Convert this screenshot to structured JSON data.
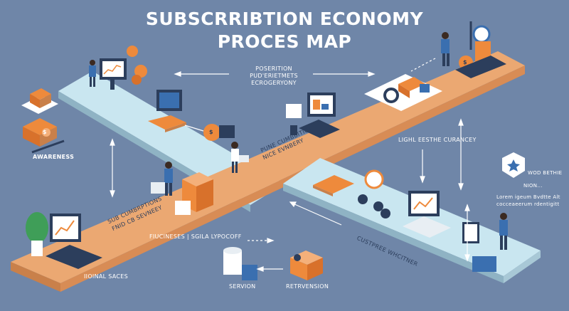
{
  "title": {
    "line1": "SUBSCRRIBTION ECONOMY",
    "line2": "PROCES MAP"
  },
  "labels": {
    "center_top_1": "POSERITION",
    "center_top_2": "PUD'ERIETMETS",
    "center_top_3": "ECROGERYONY",
    "awareness": "AWARENESS",
    "belt_mid_1": "PUNE CUMBBITIOY",
    "belt_mid_2": "NICE EVNBERY",
    "left_belt_1": "SUB CUMBRPTIONS",
    "left_belt_2": "FNID CB SEVNEEY",
    "bottom_mid": "FIUCINESES | SGILA LYPOCOFF",
    "bottom_left": "IIOINAL SACES",
    "right_belt_top_1": "LIGHL EESTHE CURANCEY",
    "right_belt_bottom": "CUSTPREE WHCITNER",
    "bottom_service": "SERVION",
    "bottom_retention": "RETRVENSION",
    "side_title_1": "WOD BETHIE",
    "side_title_2": "NION...",
    "side_text_1": "Lorem igeum Bvdtte Alt",
    "side_text_2": "cocceaeerum rdentigitt",
    "coin_symbol": "$"
  },
  "colors": {
    "background": "#6f86a8",
    "belt_orange": "#e8a56e",
    "belt_light": "#bfe0ec",
    "accent_orange": "#ee8a3c",
    "dark_navy": "#2c3e5c"
  }
}
